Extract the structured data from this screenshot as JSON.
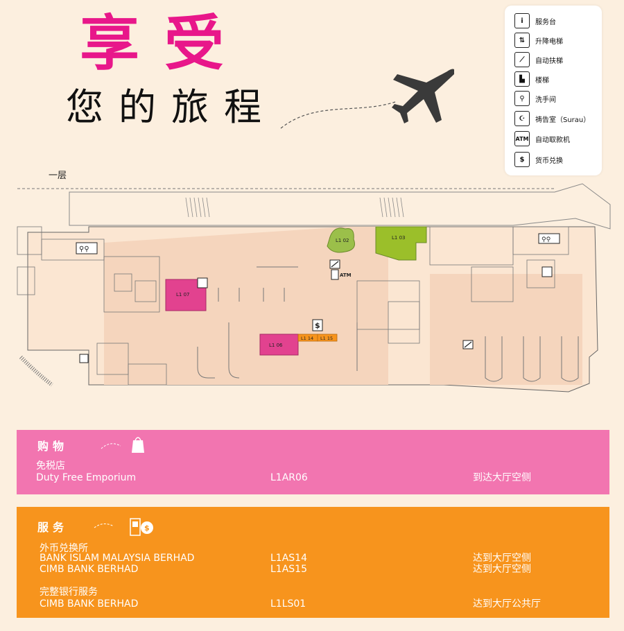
{
  "header": {
    "title": "享受",
    "subtitle": "您的旅程"
  },
  "legend": {
    "items": [
      {
        "icon": "information-icon",
        "symbol": "i",
        "label": "服务台"
      },
      {
        "icon": "elevator-icon",
        "symbol": "⇅",
        "label": "升降电梯"
      },
      {
        "icon": "escalator-icon",
        "symbol": "⟋",
        "label": "自动扶梯"
      },
      {
        "icon": "stairs-icon",
        "symbol": "▙",
        "label": "楼梯"
      },
      {
        "icon": "restroom-icon",
        "symbol": "⚲",
        "label": "洗手间"
      },
      {
        "icon": "prayer-room-icon",
        "symbol": "☪",
        "label": "祷告室（Surau）"
      },
      {
        "icon": "atm-icon",
        "symbol": "ATM",
        "label": "自动取款机"
      },
      {
        "icon": "currency-exchange-icon",
        "symbol": "$",
        "label": "货币兑换"
      }
    ]
  },
  "map": {
    "floor_label": "一层",
    "units": [
      "L1 02",
      "L1 03",
      "L1 07",
      "L1 06",
      "L1 14",
      "L1 15"
    ],
    "atm_label": "ATM",
    "dollar_symbol": "$"
  },
  "shopping": {
    "title": "购物",
    "color": "#f275b0",
    "rows": [
      {
        "name_cn": "免税店",
        "name": "Duty Free Emporium",
        "code": "L1AR06",
        "location": "到达大厅空侧"
      }
    ]
  },
  "services": {
    "title": "服务",
    "color": "#f7941d",
    "groups": [
      {
        "category": "外币兑换所",
        "rows": [
          {
            "name": "BANK ISLAM MALAYSIA BERHAD",
            "code": "L1AS14",
            "location": "达到大厅空侧"
          },
          {
            "name": "CIMB BANK BERHAD",
            "code": "L1AS15",
            "location": "达到大厅空侧"
          }
        ]
      },
      {
        "category": "完整银行服务",
        "rows": [
          {
            "name": "CIMB BANK BERHAD",
            "code": "L1LS01",
            "location": "达到大厅公共厅"
          }
        ]
      }
    ]
  }
}
